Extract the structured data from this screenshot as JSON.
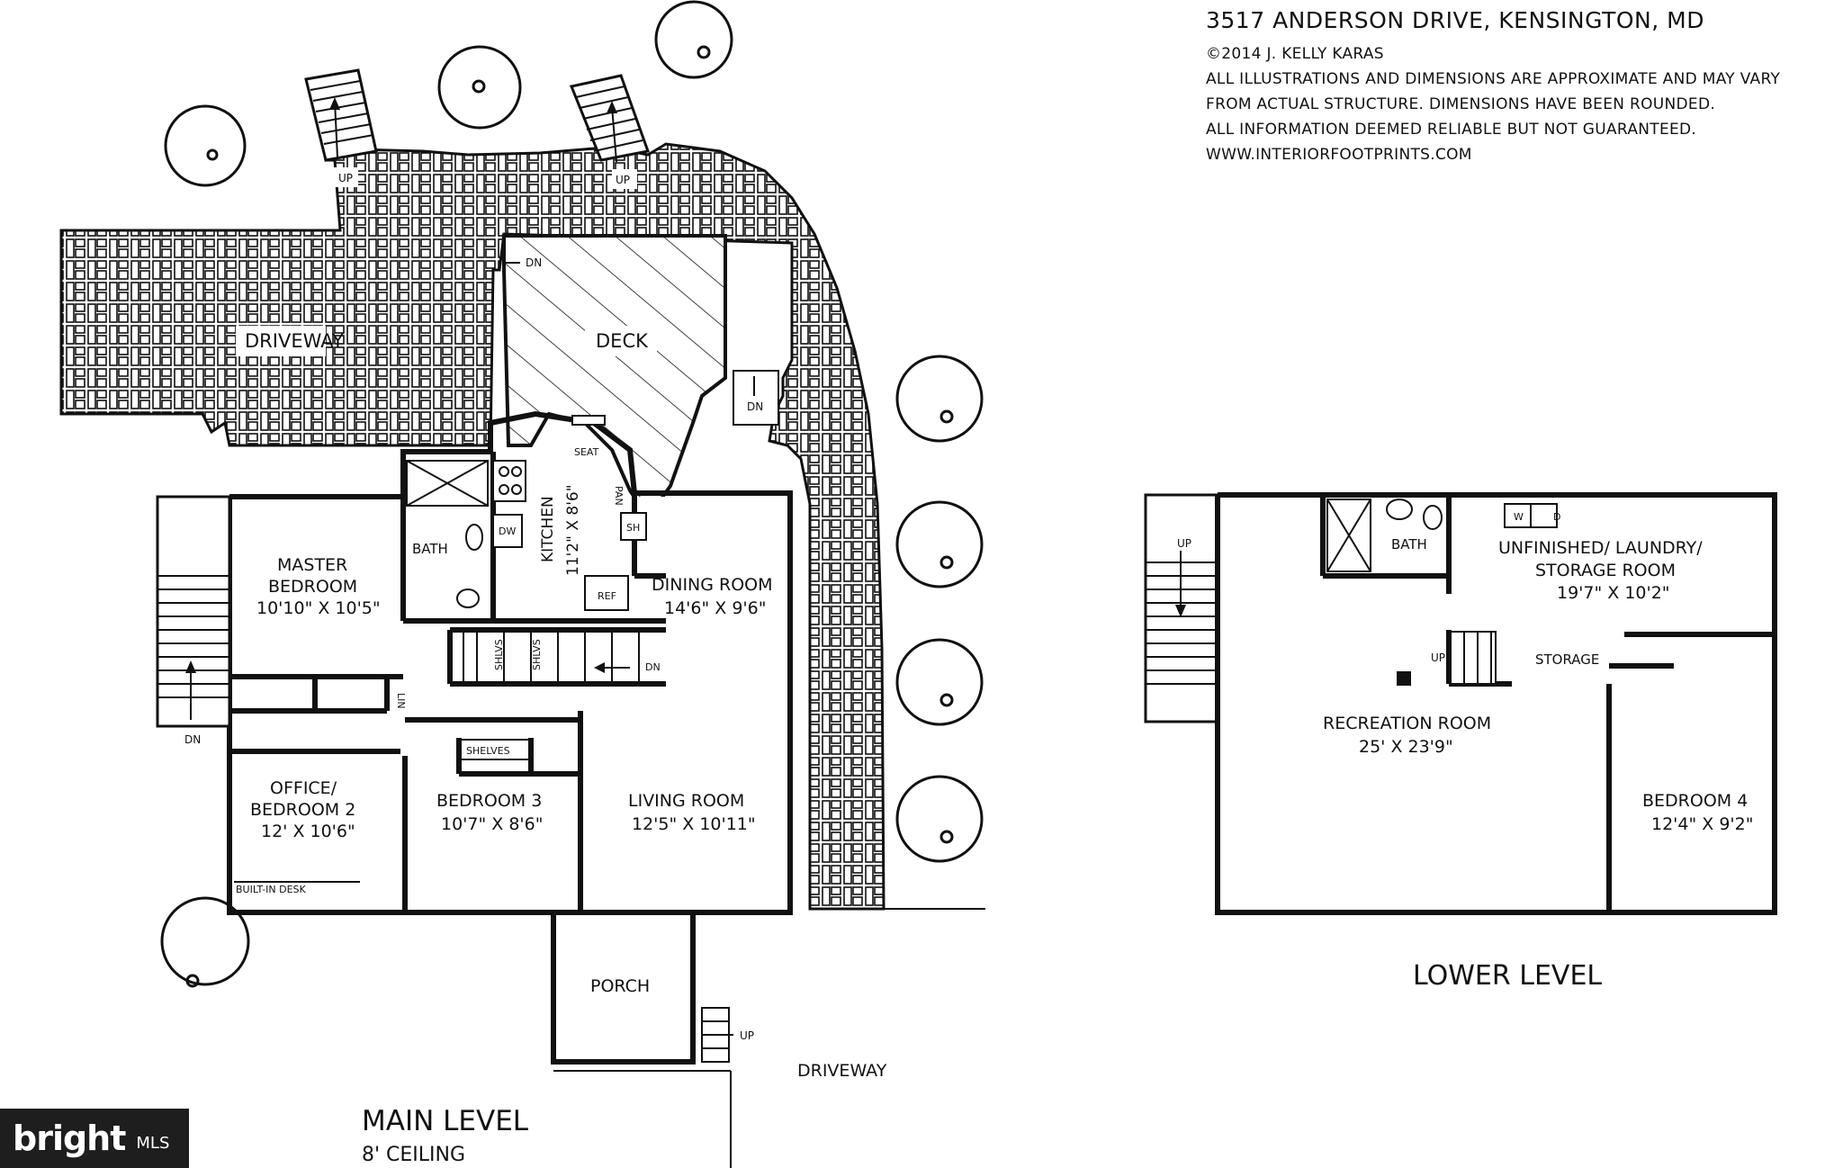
{
  "header": {
    "title": "3517 ANDERSON DRIVE, KENSINGTON, MD",
    "lines": [
      "©2014 J. KELLY KARAS",
      "ALL ILLUSTRATIONS AND DIMENSIONS ARE APPROXIMATE AND MAY VARY",
      "FROM ACTUAL STRUCTURE. DIMENSIONS HAVE BEEN ROUNDED.",
      "ALL INFORMATION DEEMED RELIABLE BUT NOT GUARANTEED.",
      "WWW.INTERIORFOOTPRINTS.COM"
    ]
  },
  "main_level": {
    "title": "MAIN LEVEL",
    "subtitle": "8' CEILING",
    "rooms": {
      "master_bedroom": {
        "name_line1": "MASTER",
        "name_line2": "BEDROOM",
        "dims": "10'10\" X 10'5\""
      },
      "bath": "BATH",
      "kitchen": {
        "name": "KITCHEN",
        "dims": "11'2\" X 8'6\""
      },
      "dining_room": {
        "name": "DINING ROOM",
        "dims": "14'6\" X 9'6\""
      },
      "office": {
        "name_line1": "OFFICE/",
        "name_line2": "BEDROOM 2",
        "dims": "12' X 10'6\""
      },
      "bedroom3": {
        "name": "BEDROOM 3",
        "dims": "10'7\" X 8'6\""
      },
      "living_room": {
        "name": "LIVING ROOM",
        "dims": "12'5\" X 10'11\""
      },
      "porch": "PORCH",
      "deck": "DECK",
      "driveway_top": "DRIVEWAY",
      "driveway_bottom": "DRIVEWAY"
    },
    "small_labels": {
      "seat": "SEAT",
      "pan": "PAN",
      "sh": "SH",
      "dw": "DW",
      "ref": "REF",
      "shlvs": "SHLVS",
      "lin": "LIN",
      "shelves": "SHELVES",
      "builtin_desk": "BUILT-IN DESK",
      "up": "UP",
      "dn": "DN"
    }
  },
  "lower_level": {
    "title": "LOWER LEVEL",
    "rooms": {
      "bath": "BATH",
      "laundry": {
        "name_line1": "UNFINISHED/ LAUNDRY/",
        "name_line2": "STORAGE ROOM",
        "dims": "19'7\" X 10'2\""
      },
      "recreation": {
        "name": "RECREATION ROOM",
        "dims": "25' X 23'9\""
      },
      "bedroom4": {
        "name": "BEDROOM 4",
        "dims": "12'4\" X 9'2\""
      },
      "storage": "STORAGE"
    },
    "small_labels": {
      "w": "W",
      "d": "D",
      "up": "UP"
    }
  },
  "logo": {
    "text": "bright",
    "suffix": "MLS"
  }
}
